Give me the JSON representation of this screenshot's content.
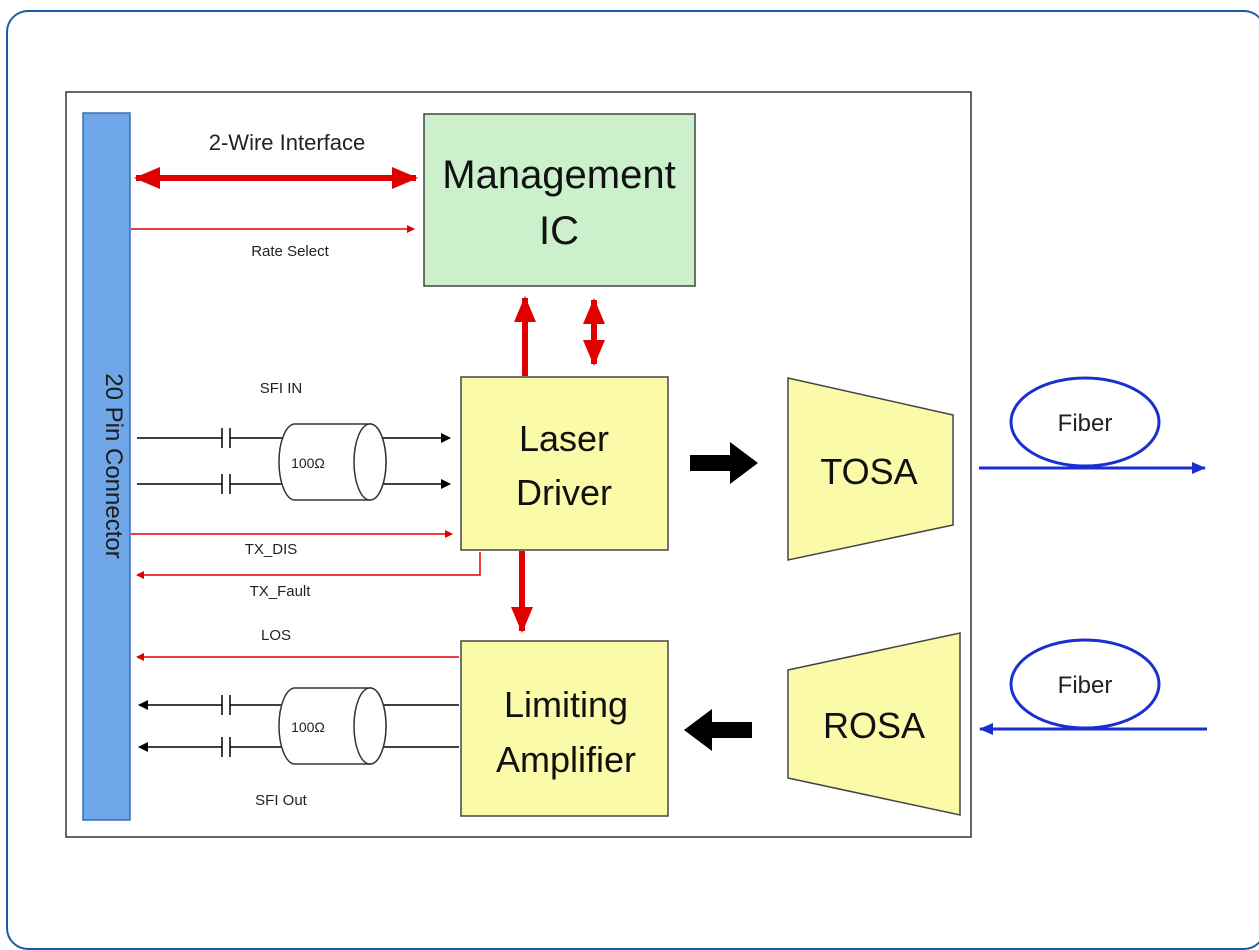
{
  "connector": {
    "label": "20 Pin Connector"
  },
  "blocks": {
    "management": {
      "line1": "Management",
      "line2": "IC"
    },
    "laser_driver": {
      "line1": "Laser",
      "line2": "Driver"
    },
    "limiting_amp": {
      "line1": "Limiting",
      "line2": "Amplifier"
    },
    "tosa": {
      "label": "TOSA"
    },
    "rosa": {
      "label": "ROSA"
    }
  },
  "signals": {
    "two_wire": "2-Wire Interface",
    "rate_select": "Rate Select",
    "sfi_in": "SFI IN",
    "sfi_out": "SFI Out",
    "tx_dis": "TX_DIS",
    "tx_fault": "TX_Fault",
    "los": "LOS",
    "impedance_in": "100Ω",
    "impedance_out": "100Ω"
  },
  "fibers": {
    "tx": "Fiber",
    "rx": "Fiber"
  },
  "colors": {
    "connector": "#6ea6e8",
    "management": "#ccf0cc",
    "block_yellow": "#fafaa8",
    "signal_red": "#e00000",
    "fiber_blue": "#1a2fd0",
    "frame_blue": "#1f5aa6"
  }
}
